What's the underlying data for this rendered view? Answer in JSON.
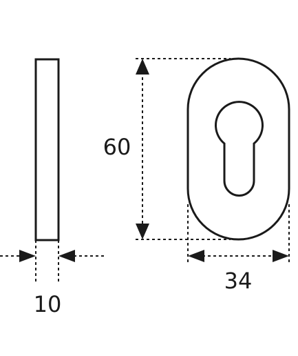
{
  "dimensions": {
    "thickness": "10",
    "height": "60",
    "width": "34"
  },
  "colors": {
    "stroke": "#1a1a1a",
    "background": "#ffffff"
  }
}
